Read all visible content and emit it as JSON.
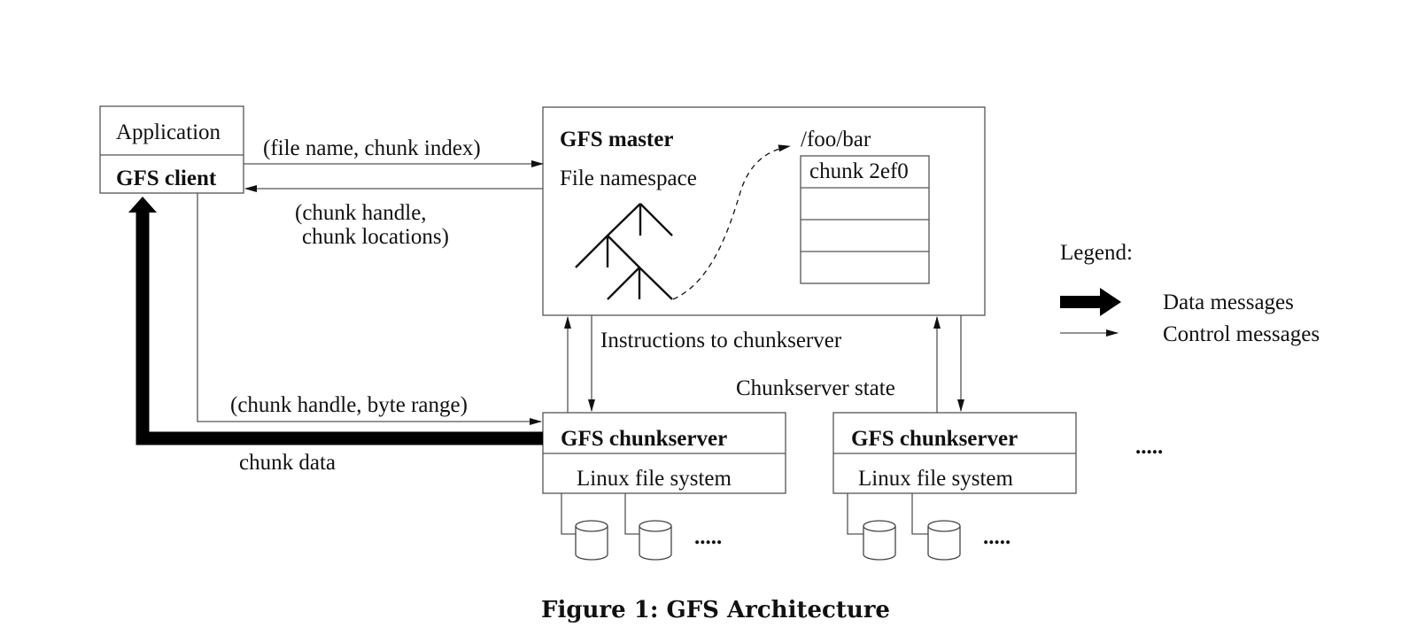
{
  "figure": {
    "caption": "Figure 1: GFS Architecture"
  },
  "client": {
    "app_label": "Application",
    "client_label": "GFS client"
  },
  "master": {
    "title": "GFS master",
    "namespace_label": "File namespace",
    "file_path": "/foo/bar",
    "chunk_table": [
      "chunk 2ef0",
      "",
      "",
      ""
    ]
  },
  "messages": {
    "request": "(file name, chunk index)",
    "reply_line1": "(chunk handle,",
    "reply_line2": "chunk locations)",
    "instructions": "Instructions to chunkserver",
    "state": "Chunkserver state",
    "read_request": "(chunk handle, byte range)",
    "chunk_data": "chunk data"
  },
  "chunkservers": [
    {
      "title": "GFS chunkserver",
      "fs_label": "Linux file system",
      "more_disks": "....."
    },
    {
      "title": "GFS chunkserver",
      "fs_label": "Linux file system",
      "more_disks": "....."
    }
  ],
  "more_servers": ".....",
  "legend": {
    "title": "Legend:",
    "items": [
      {
        "kind": "data",
        "label": "Data messages"
      },
      {
        "kind": "control",
        "label": "Control messages"
      }
    ]
  }
}
